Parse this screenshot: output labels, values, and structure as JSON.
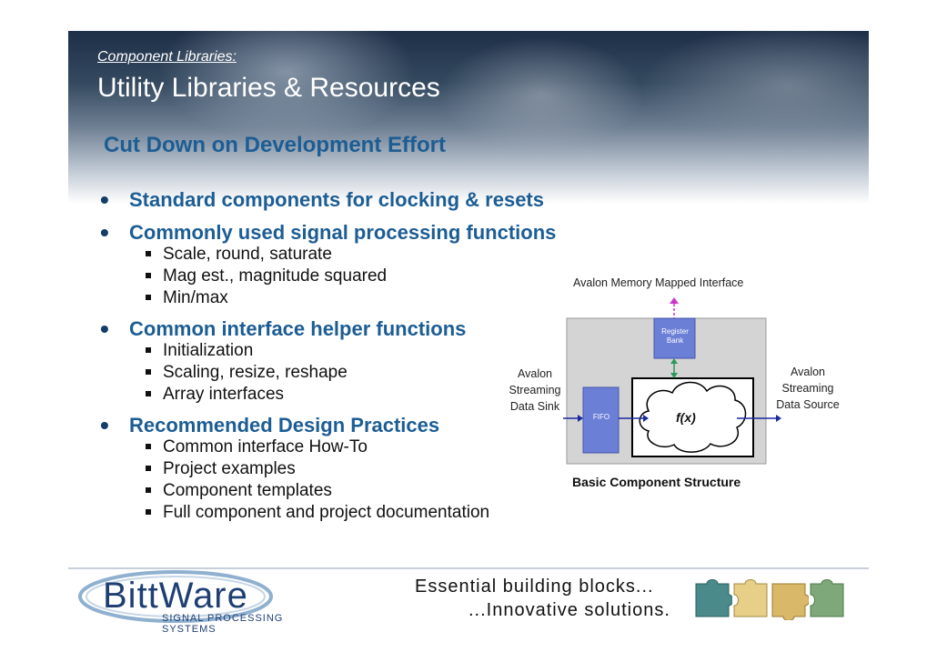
{
  "header": {
    "subtitle": "Component Libraries:",
    "title": "Utility Libraries & Resources"
  },
  "section_heading": "Cut Down on Development Effort",
  "bullets": [
    {
      "text": "Standard components for clocking & resets",
      "sub": []
    },
    {
      "text": "Commonly used signal processing functions",
      "sub": [
        "Scale, round, saturate",
        "Mag est., magnitude squared",
        "Min/max"
      ]
    },
    {
      "text": "Common interface helper functions",
      "sub": [
        "Initialization",
        "Scaling, resize, reshape",
        "Array interfaces"
      ]
    },
    {
      "text": "Recommended Design Practices",
      "sub": [
        "Common interface How-To",
        "Project examples",
        "Component templates",
        "Full component and project documentation"
      ]
    }
  ],
  "diagram": {
    "top_label": "Avalon Memory Mapped Interface",
    "left_label": [
      "Avalon",
      "Streaming",
      "Data Sink"
    ],
    "right_label": [
      "Avalon",
      "Streaming",
      "Data Source"
    ],
    "register_label": [
      "Register",
      "Bank"
    ],
    "fifo_label": "FIFO",
    "fx_label": "f(x)",
    "caption": "Basic Component Structure"
  },
  "footer": {
    "logo_name": "BittWare",
    "logo_subtitle": "SIGNAL PROCESSING SYSTEMS",
    "tagline_1": "Essential building blocks...",
    "tagline_2": "...Innovative solutions."
  },
  "colors": {
    "heading_blue": "#1c5d94",
    "block_blue": "#6b7fd7",
    "frame_gray": "#d4d4d4"
  }
}
